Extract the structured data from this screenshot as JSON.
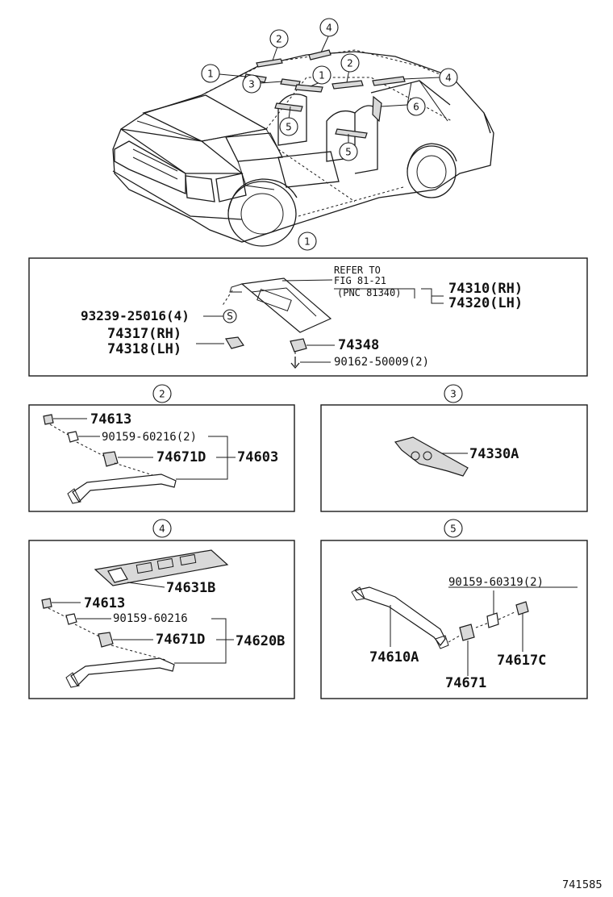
{
  "callouts": {
    "c1": "1",
    "c2": "2",
    "c3": "3",
    "c4": "4",
    "c5": "5",
    "c6": "6"
  },
  "panel1": {
    "refer_line1": "REFER TO",
    "refer_line2": "FIG 81-21",
    "refer_line3": "(PNC 81340)",
    "visor_rh": "74310(RH)",
    "visor_lh": "74320(LH)",
    "screw": "93239-25016(4)",
    "screw_symbol": "S",
    "holder_rh": "74317(RH)",
    "holder_lh": "74318(LH)",
    "clip": "74348",
    "bolt": "90162-50009(2)"
  },
  "panel2": {
    "cap": "74613",
    "screw": "90159-60216(2)",
    "bracket": "74671D",
    "assy": "74603"
  },
  "panel3": {
    "hook": "74330A"
  },
  "panel4": {
    "base": "74631B",
    "cap": "74613",
    "screw": "90159-60216",
    "bracket": "74671D",
    "assy": "74620B"
  },
  "panel5": {
    "screw": "90159-60319(2)",
    "grip": "74610A",
    "cap": "74617C",
    "bracket": "74671"
  },
  "diagram_code": "741585"
}
